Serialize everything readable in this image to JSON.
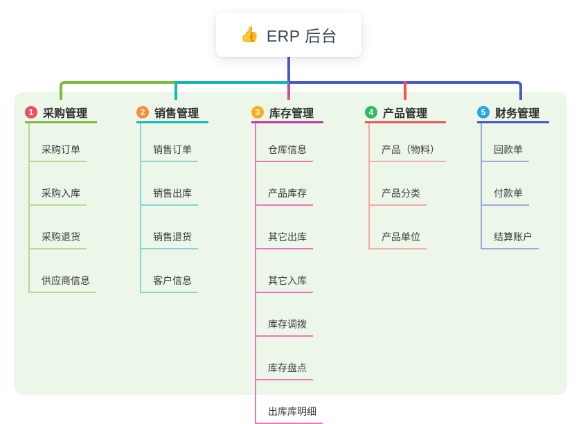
{
  "root": {
    "icon": "thumbs-up-icon",
    "icon_glyph": "👍",
    "label": "ERP 后台"
  },
  "colors": {
    "panel_background": "#ecf7ea",
    "root_connector": "#4a5ac8",
    "bus_green": "#7cba3d",
    "bus_teal": "#14b8ae",
    "bus_blue": "#4a5ac8",
    "drop_magenta": "#d6479e",
    "drop_red": "#f25355"
  },
  "branches": [
    {
      "index": "1",
      "label": "采购管理",
      "badge_color": "#ee4e63",
      "line_color": "#7cba3d",
      "child_line_color": "#b4d98b",
      "children": [
        "采购订单",
        "采购入库",
        "采购退货",
        "供应商信息"
      ]
    },
    {
      "index": "2",
      "label": "销售管理",
      "badge_color": "#fd8b3c",
      "line_color": "#14b8ae",
      "child_line_color": "#82d7cf",
      "children": [
        "销售订单",
        "销售出库",
        "销售退货",
        "客户信息"
      ]
    },
    {
      "index": "3",
      "label": "库存管理",
      "badge_color": "#ffa91d",
      "line_color": "#c535a3",
      "child_line_color": "#ef74b7",
      "children": [
        "仓库信息",
        "产品库存",
        "其它出库",
        "其它入库",
        "库存调拨",
        "库存盘点",
        "出库库明细"
      ]
    },
    {
      "index": "4",
      "label": "产品管理",
      "badge_color": "#2cbd60",
      "line_color": "#f25355",
      "child_line_color": "#f9a7a7",
      "children": [
        "产品（物料）",
        "产品分类",
        "产品单位"
      ]
    },
    {
      "index": "5",
      "label": "财务管理",
      "badge_color": "#2aa5e8",
      "line_color": "#4053c8",
      "child_line_color": "#97abdc",
      "children": [
        "回款单",
        "付款单",
        "结算账户"
      ]
    }
  ]
}
